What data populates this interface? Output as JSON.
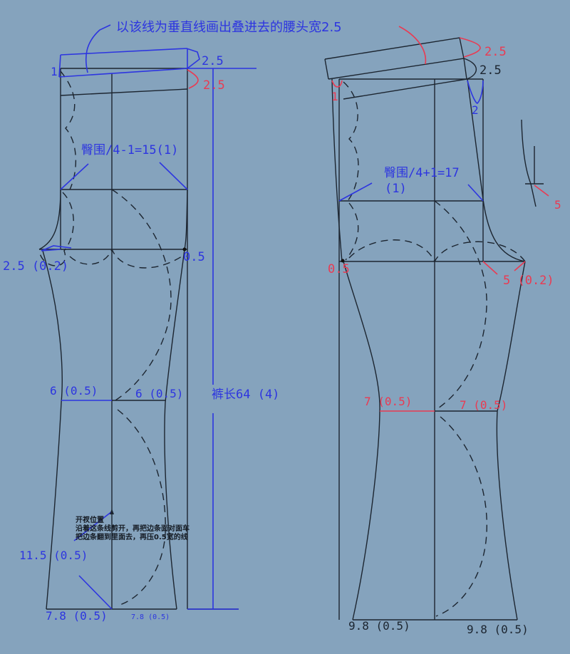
{
  "colors": {
    "background": "#85a3bd",
    "outline": "#1c2530",
    "annotation_blue": "#2d35e0",
    "annotation_red": "#ea3a52"
  },
  "top_annotation": "以该线为垂直线画出叠进去的腰头宽2.5",
  "front_panel": {
    "waist_rise_label": "1",
    "waistband_width_label": "2.5",
    "waistband_drop_label": "2.5",
    "hip_formula": "臀围/4-1=15(1)",
    "crotch_extension_label": "2.5 (0.2)",
    "side_offset_label": "0.5",
    "knee_left_label": "6 (0.5)",
    "knee_right_label": "6 (0.5)",
    "pant_length_label": "裤长64 (4)",
    "slit_note": {
      "title": "开衩位置",
      "line1": "沿着这条线剪开，再把边条面对面车",
      "line2": "把边条翻到里面去，再压0.5宽的线"
    },
    "slit_width_label": "11.5 (0.5)",
    "hem_left_label": "7.8 (0.5)",
    "hem_right_label": "7.8 (0.5)"
  },
  "back_panel": {
    "waistband_width_label": "2.5",
    "waistband_offset_label": "2.5",
    "waist_rise_label": "1",
    "dart_label": "2",
    "hip_formula_line1": "臀围/4+1=17",
    "hip_formula_line2": "(1)",
    "crotch_left_label": "0.5",
    "crotch_extension_label": "5 (0.2)",
    "detail_label": "5",
    "knee_left_label": "7 (0.5)",
    "knee_right_label": "7 (0.5)",
    "hem_left_label": "9.8 (0.5)",
    "hem_right_label": "9.8 (0.5)"
  }
}
